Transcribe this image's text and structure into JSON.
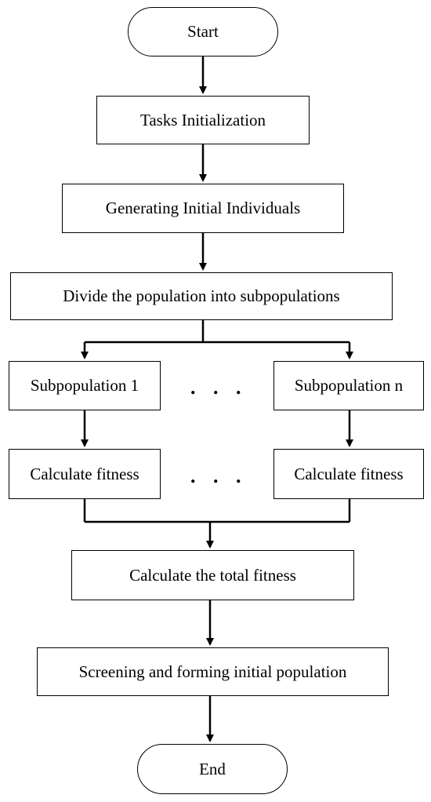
{
  "flowchart": {
    "start": "Start",
    "tasks_init": "Tasks Initialization",
    "gen_individuals": "Generating Initial Individuals",
    "divide": "Divide the population into subpopulations",
    "sub1": "Subpopulation 1",
    "subn": "Subpopulation n",
    "fitness1": "Calculate fitness",
    "fitnessn": "Calculate fitness",
    "ellipsis_top": ". . .",
    "ellipsis_bottom": ". . .",
    "total_fitness": "Calculate the total fitness",
    "screening": "Screening and forming initial population",
    "end": "End"
  },
  "colors": {
    "stroke": "#000000",
    "background": "#ffffff"
  }
}
